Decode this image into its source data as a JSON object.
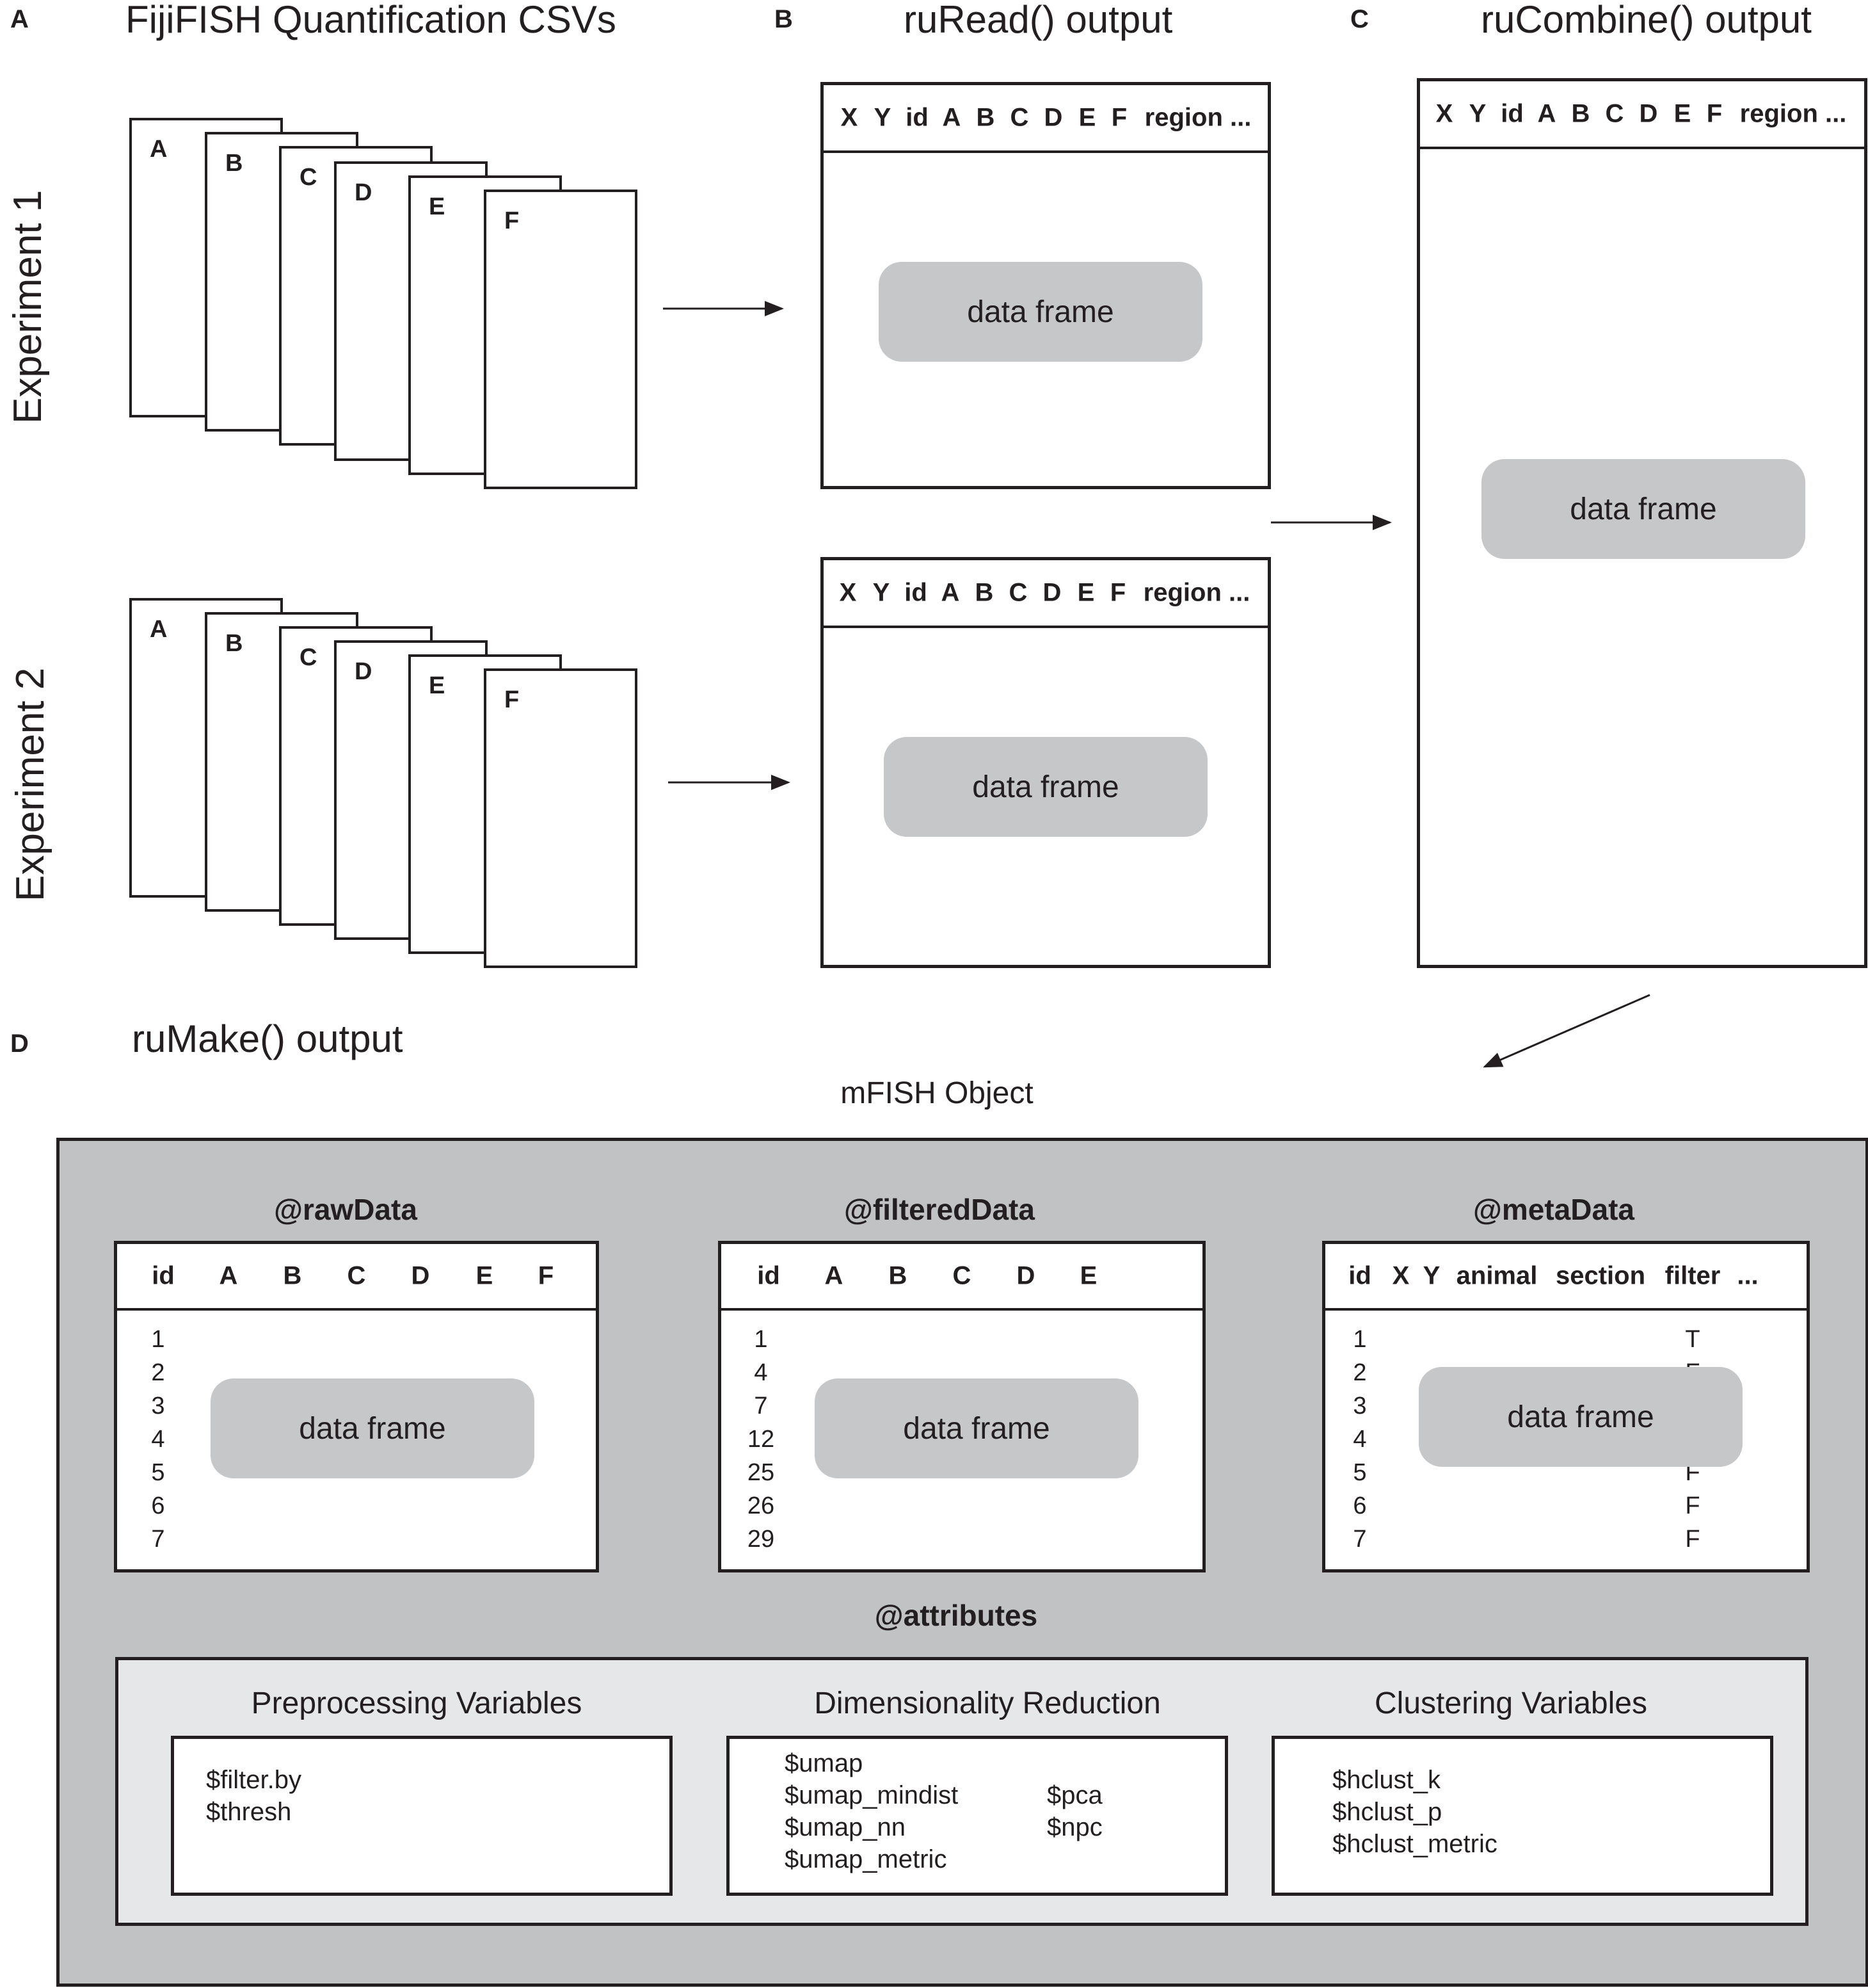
{
  "panel_a": {
    "letter": "A",
    "title": "FijiFISH Quantification CSVs",
    "experiments": [
      {
        "label": "Experiment 1",
        "cards": [
          "A",
          "B",
          "C",
          "D",
          "E",
          "F"
        ]
      },
      {
        "label": "Experiment 2",
        "cards": [
          "A",
          "B",
          "C",
          "D",
          "E",
          "F"
        ]
      }
    ]
  },
  "panel_b": {
    "letter": "B",
    "title": "ruRead() output",
    "tables": [
      {
        "columns": [
          "X",
          "Y",
          "id",
          "A",
          "B",
          "C",
          "D",
          "E",
          "F",
          "region ..."
        ],
        "body": "data frame"
      },
      {
        "columns": [
          "X",
          "Y",
          "id",
          "A",
          "B",
          "C",
          "D",
          "E",
          "F",
          "region ..."
        ],
        "body": "data frame"
      }
    ]
  },
  "panel_c": {
    "letter": "C",
    "title": "ruCombine() output",
    "table": {
      "columns": [
        "X",
        "Y",
        "id",
        "A",
        "B",
        "C",
        "D",
        "E",
        "F",
        "region ..."
      ],
      "body": "data frame"
    }
  },
  "panel_d": {
    "letter": "D",
    "title": "ruMake() output",
    "object_label": "mFISH Object",
    "raw": {
      "title": "@rawData",
      "columns": [
        "id",
        "A",
        "B",
        "C",
        "D",
        "E",
        "F"
      ],
      "rows": [
        "1",
        "2",
        "3",
        "4",
        "5",
        "6",
        "7"
      ],
      "body": "data frame"
    },
    "filtered": {
      "title": "@filteredData",
      "columns": [
        "id",
        "A",
        "B",
        "C",
        "D",
        "E"
      ],
      "rows": [
        "1",
        "4",
        "7",
        "12",
        "25",
        "26",
        "29"
      ],
      "body": "data frame"
    },
    "meta": {
      "title": "@metaData",
      "columns": [
        "id",
        "X",
        "Y",
        "animal",
        "section",
        "filter",
        "..."
      ],
      "rows": [
        "1",
        "2",
        "3",
        "4",
        "5",
        "6",
        "7"
      ],
      "filter_values": [
        "T",
        "F",
        "",
        "",
        "F",
        "F",
        "F"
      ],
      "body": "data frame"
    },
    "attributes": {
      "title": "@attributes",
      "preprocessing": {
        "title": "Preprocessing Variables",
        "vars": [
          "$filter.by",
          "$thresh"
        ]
      },
      "dimred": {
        "title": "Dimensionality Reduction",
        "umap_vars": [
          "$umap",
          "$umap_mindist",
          "$umap_nn",
          "$umap_metric"
        ],
        "pca_vars": [
          "$pca",
          "$npc"
        ]
      },
      "clustering": {
        "title": "Clustering Variables",
        "vars": [
          "$hclust_k",
          "$hclust_p",
          "$hclust_metric"
        ]
      }
    }
  },
  "colors": {
    "ink": "#231f20",
    "pill": "#c6c7c9",
    "object_bg": "#c1c2c4",
    "attr_bg": "#e6e7e8"
  }
}
